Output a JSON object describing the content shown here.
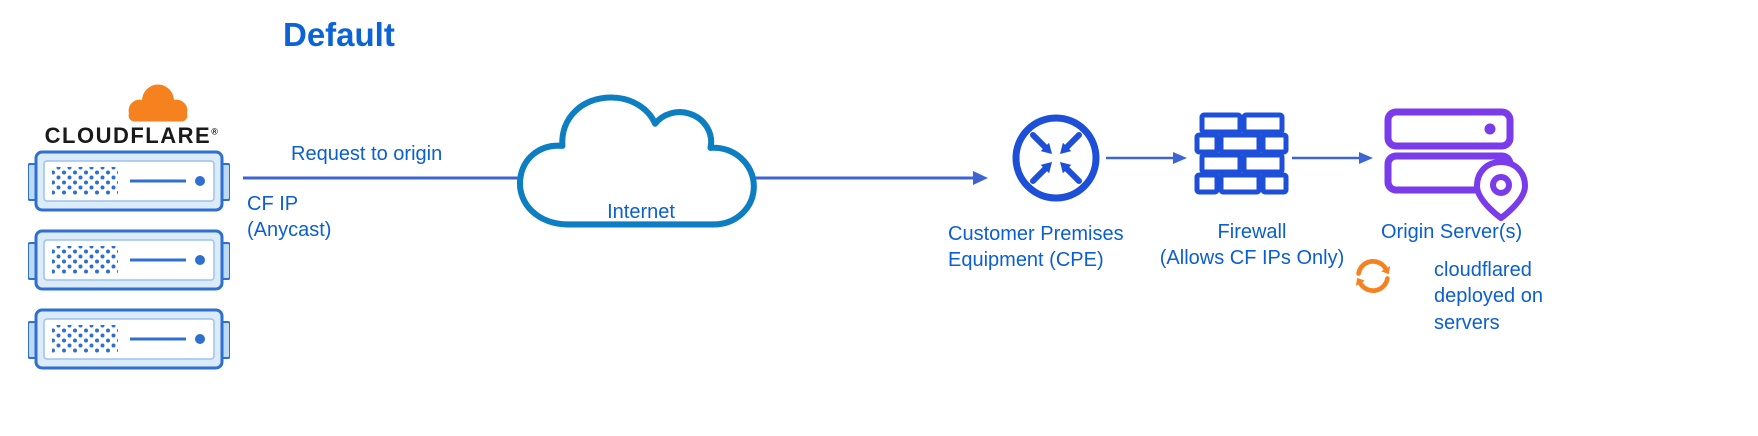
{
  "title": "Default",
  "cloudflare": {
    "wordmark": "CLOUDFLARE",
    "registered": "®"
  },
  "labels": {
    "request_to_origin": "Request to origin",
    "cf_ip": "CF IP\n(Anycast)",
    "internet": "Internet",
    "cpe": "Customer Premises\nEquipment (CPE)",
    "firewall": "Firewall\n(Allows CF IPs Only)",
    "origin": "Origin Server(s)",
    "cloudflared": "cloudflared\ndeployed on\nservers"
  },
  "icons": {
    "cloudflare_logo": "orange-cloud-logo",
    "server": "server-rack-icon",
    "internet_cloud": "cloud-outline-icon",
    "cpe": "converging-arrows-circle-icon",
    "firewall": "brick-wall-icon",
    "origin": "servers-with-location-pin-icon",
    "cloudflared": "sync-arrows-icon"
  },
  "colors": {
    "text_blue": "#0b5fce",
    "title_blue": "#0b63d6",
    "line_blue": "#3e63d2",
    "icon_blue": "#1d4fd8",
    "server_blue": "#2e6fd0",
    "internet_cloud_stroke": "#0d7ec2",
    "origin_purple": "#7a3bea",
    "cloudflare_orange": "#f6821f",
    "wordmark_black": "#1a1a1a"
  }
}
